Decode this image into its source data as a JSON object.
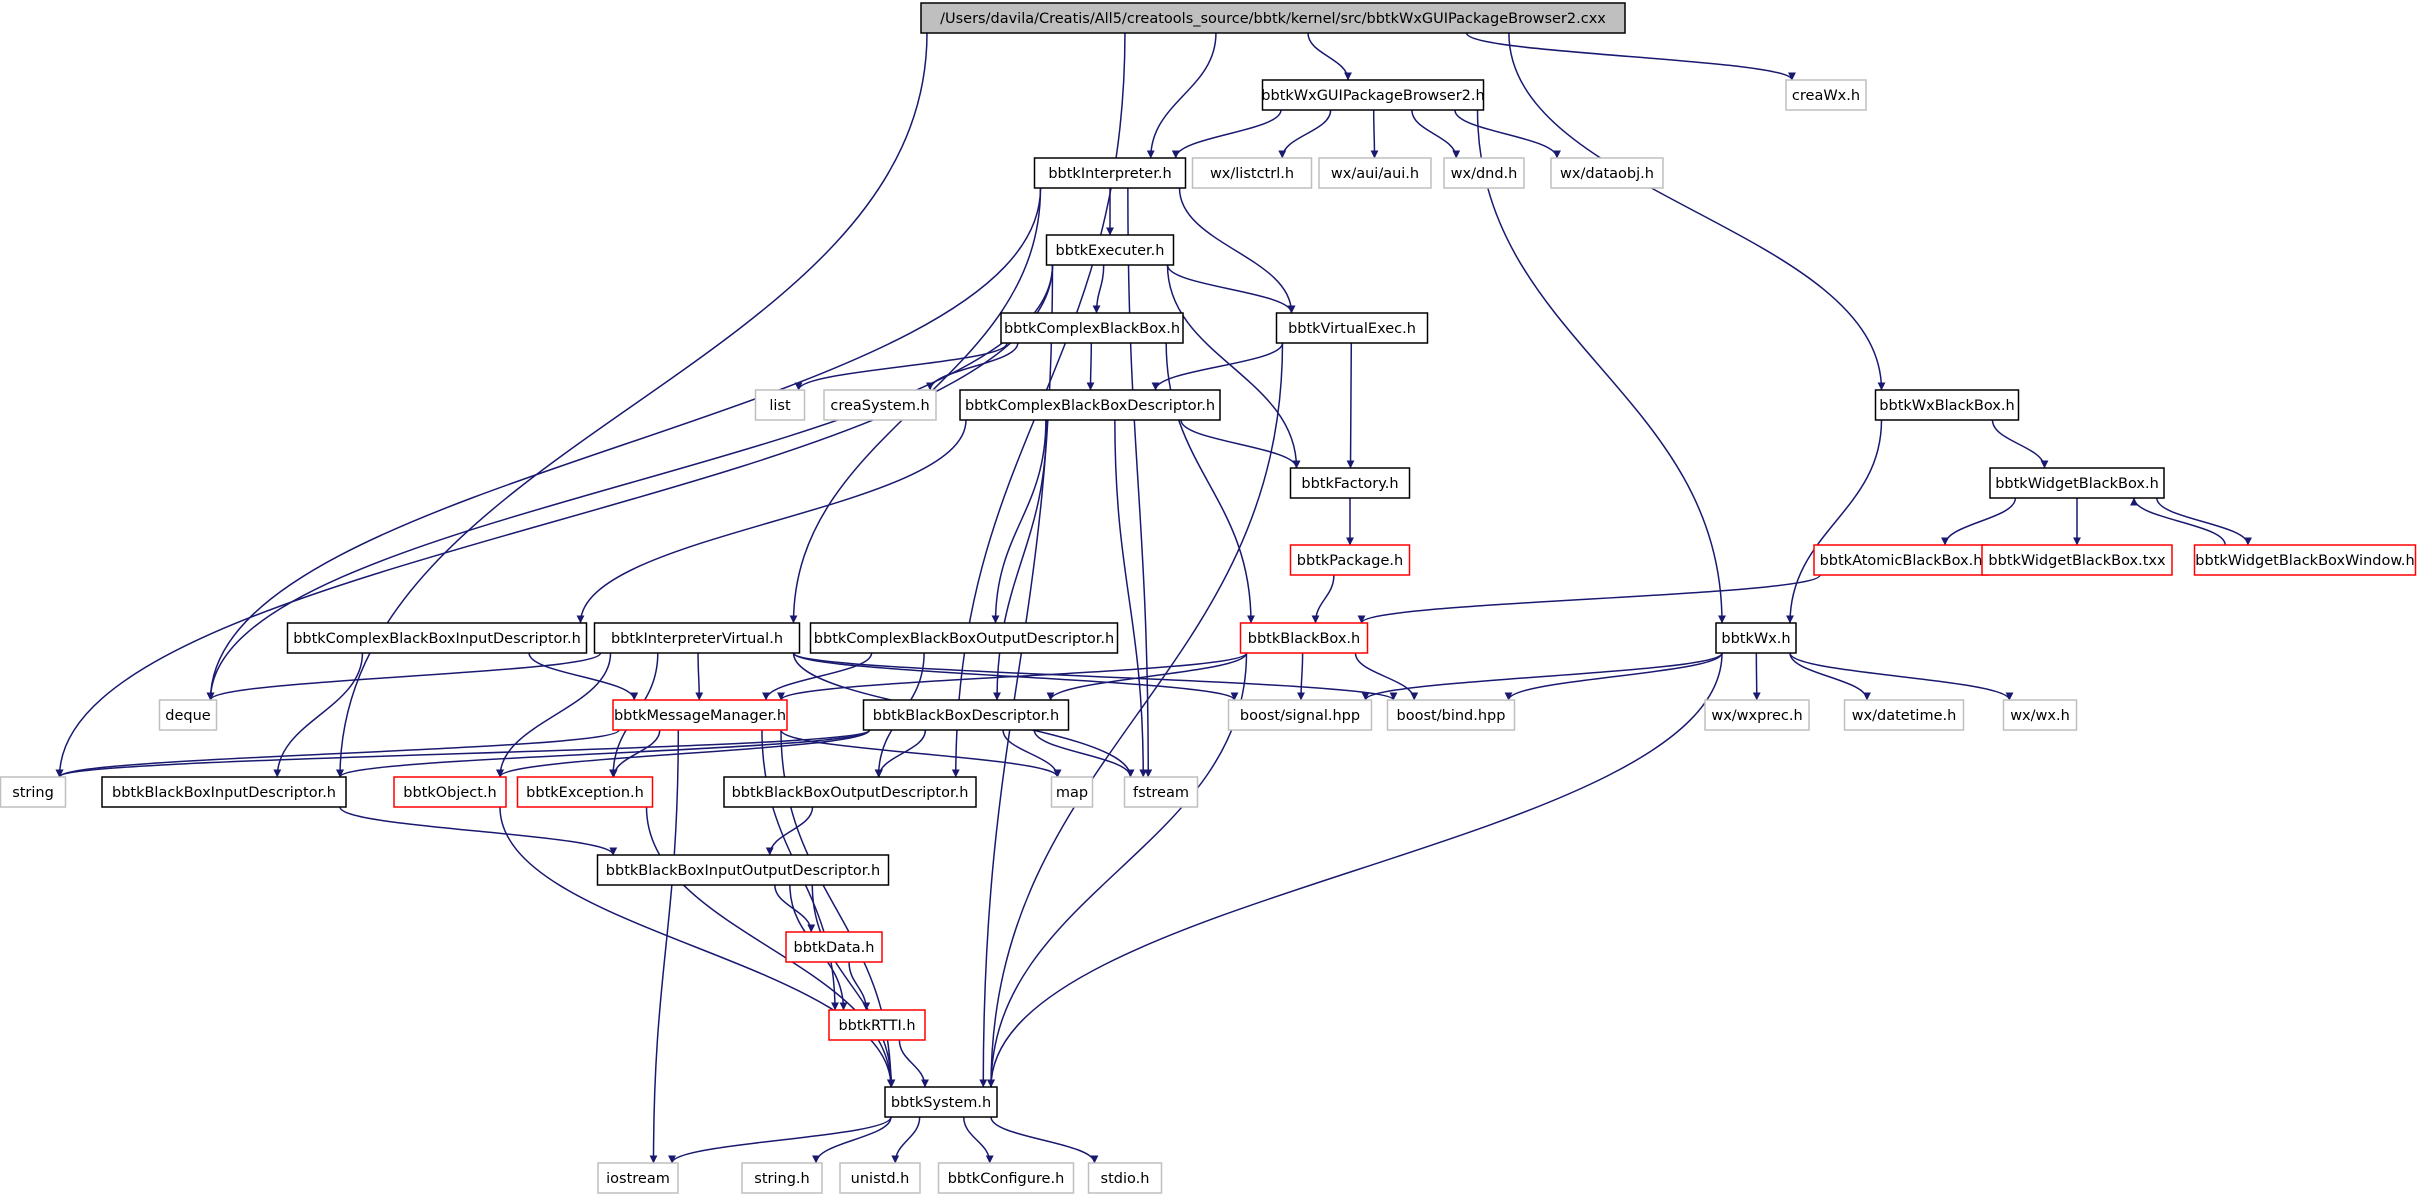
{
  "graph": {
    "edge_color": "#191970",
    "node_styles": {
      "root": {
        "fill": "#bfbfbf",
        "stroke": "#000000",
        "text": "#000000"
      },
      "normal": {
        "fill": "#ffffff",
        "stroke": "#000000",
        "text": "#000000"
      },
      "red": {
        "fill": "#ffffff",
        "stroke": "#ff0000",
        "text": "#000000"
      },
      "external": {
        "fill": "#ffffff",
        "stroke": "#bfbfbf",
        "text": "#000000"
      }
    },
    "nodes": [
      {
        "id": "root",
        "label": "/Users/davila/Creatis/All5/creatools_source/bbtk/kernel/src/bbtkWxGUIPackageBrowser2.cxx",
        "style": "root"
      },
      {
        "id": "bbtkWxGUIPackageBrowser2_h",
        "label": "bbtkWxGUIPackageBrowser2.h",
        "style": "normal"
      },
      {
        "id": "creaWx_h",
        "label": "creaWx.h",
        "style": "external"
      },
      {
        "id": "bbtkInterpreter_h",
        "label": "bbtkInterpreter.h",
        "style": "normal"
      },
      {
        "id": "wx_listctrl_h",
        "label": "wx/listctrl.h",
        "style": "external"
      },
      {
        "id": "wx_aui_aui_h",
        "label": "wx/aui/aui.h",
        "style": "external"
      },
      {
        "id": "wx_dnd_h",
        "label": "wx/dnd.h",
        "style": "external"
      },
      {
        "id": "wx_dataobj_h",
        "label": "wx/dataobj.h",
        "style": "external"
      },
      {
        "id": "bbtkExecuter_h",
        "label": "bbtkExecuter.h",
        "style": "normal"
      },
      {
        "id": "bbtkComplexBlackBox_h",
        "label": "bbtkComplexBlackBox.h",
        "style": "normal"
      },
      {
        "id": "bbtkVirtualExec_h",
        "label": "bbtkVirtualExec.h",
        "style": "normal"
      },
      {
        "id": "list",
        "label": "list",
        "style": "external"
      },
      {
        "id": "creaSystem_h",
        "label": "creaSystem.h",
        "style": "external"
      },
      {
        "id": "bbtkComplexBlackBoxDescriptor_h",
        "label": "bbtkComplexBlackBoxDescriptor.h",
        "style": "normal"
      },
      {
        "id": "bbtkWxBlackBox_h",
        "label": "bbtkWxBlackBox.h",
        "style": "normal"
      },
      {
        "id": "bbtkFactory_h",
        "label": "bbtkFactory.h",
        "style": "normal"
      },
      {
        "id": "bbtkWidgetBlackBox_h",
        "label": "bbtkWidgetBlackBox.h",
        "style": "normal"
      },
      {
        "id": "bbtkPackage_h",
        "label": "bbtkPackage.h",
        "style": "red"
      },
      {
        "id": "bbtkAtomicBlackBox_h",
        "label": "bbtkAtomicBlackBox.h",
        "style": "red"
      },
      {
        "id": "bbtkWidgetBlackBox_txx",
        "label": "bbtkWidgetBlackBox.txx",
        "style": "red"
      },
      {
        "id": "bbtkWidgetBlackBoxWindow_h",
        "label": "bbtkWidgetBlackBoxWindow.h",
        "style": "red"
      },
      {
        "id": "bbtkComplexBlackBoxInputDescriptor_h",
        "label": "bbtkComplexBlackBoxInputDescriptor.h",
        "style": "normal"
      },
      {
        "id": "bbtkInterpreterVirtual_h",
        "label": "bbtkInterpreterVirtual.h",
        "style": "normal"
      },
      {
        "id": "bbtkComplexBlackBoxOutputDescriptor_h",
        "label": "bbtkComplexBlackBoxOutputDescriptor.h",
        "style": "normal"
      },
      {
        "id": "bbtkBlackBox_h",
        "label": "bbtkBlackBox.h",
        "style": "red"
      },
      {
        "id": "bbtkWx_h",
        "label": "bbtkWx.h",
        "style": "normal"
      },
      {
        "id": "deque",
        "label": "deque",
        "style": "external"
      },
      {
        "id": "bbtkMessageManager_h",
        "label": "bbtkMessageManager.h",
        "style": "red"
      },
      {
        "id": "bbtkBlackBoxDescriptor_h",
        "label": "bbtkBlackBoxDescriptor.h",
        "style": "normal"
      },
      {
        "id": "boost_signal_hpp",
        "label": "boost/signal.hpp",
        "style": "external"
      },
      {
        "id": "boost_bind_hpp",
        "label": "boost/bind.hpp",
        "style": "external"
      },
      {
        "id": "wx_wxprec_h",
        "label": "wx/wxprec.h",
        "style": "external"
      },
      {
        "id": "wx_datetime_h",
        "label": "wx/datetime.h",
        "style": "external"
      },
      {
        "id": "wx_wx_h",
        "label": "wx/wx.h",
        "style": "external"
      },
      {
        "id": "string",
        "label": "string",
        "style": "external"
      },
      {
        "id": "bbtkBlackBoxInputDescriptor_h",
        "label": "bbtkBlackBoxInputDescriptor.h",
        "style": "normal"
      },
      {
        "id": "bbtkObject_h",
        "label": "bbtkObject.h",
        "style": "red"
      },
      {
        "id": "bbtkException_h",
        "label": "bbtkException.h",
        "style": "red"
      },
      {
        "id": "bbtkBlackBoxOutputDescriptor_h",
        "label": "bbtkBlackBoxOutputDescriptor.h",
        "style": "normal"
      },
      {
        "id": "map",
        "label": "map",
        "style": "external"
      },
      {
        "id": "fstream",
        "label": "fstream",
        "style": "external"
      },
      {
        "id": "bbtkBlackBoxInputOutputDescriptor_h",
        "label": "bbtkBlackBoxInputOutputDescriptor.h",
        "style": "normal"
      },
      {
        "id": "bbtkData_h",
        "label": "bbtkData.h",
        "style": "red"
      },
      {
        "id": "bbtkRTTI_h",
        "label": "bbtkRTTI.h",
        "style": "red"
      },
      {
        "id": "bbtkSystem_h",
        "label": "bbtkSystem.h",
        "style": "normal"
      },
      {
        "id": "iostream",
        "label": "iostream",
        "style": "external"
      },
      {
        "id": "string_h",
        "label": "string.h",
        "style": "external"
      },
      {
        "id": "unistd_h",
        "label": "unistd.h",
        "style": "external"
      },
      {
        "id": "bbtkConfigure_h",
        "label": "bbtkConfigure.h",
        "style": "external"
      },
      {
        "id": "stdio_h",
        "label": "stdio.h",
        "style": "external"
      }
    ],
    "edges": [
      [
        "root",
        "bbtkWxGUIPackageBrowser2_h"
      ],
      [
        "root",
        "creaWx_h"
      ],
      [
        "root",
        "bbtkInterpreter_h"
      ],
      [
        "root",
        "bbtkWxBlackBox_h"
      ],
      [
        "root",
        "bbtkBlackBoxInputDescriptor_h"
      ],
      [
        "root",
        "bbtkBlackBoxOutputDescriptor_h"
      ],
      [
        "bbtkWxGUIPackageBrowser2_h",
        "bbtkInterpreter_h"
      ],
      [
        "bbtkWxGUIPackageBrowser2_h",
        "wx_listctrl_h"
      ],
      [
        "bbtkWxGUIPackageBrowser2_h",
        "wx_aui_aui_h"
      ],
      [
        "bbtkWxGUIPackageBrowser2_h",
        "wx_dnd_h"
      ],
      [
        "bbtkWxGUIPackageBrowser2_h",
        "wx_dataobj_h"
      ],
      [
        "bbtkWxGUIPackageBrowser2_h",
        "bbtkWx_h"
      ],
      [
        "bbtkInterpreter_h",
        "bbtkExecuter_h"
      ],
      [
        "bbtkInterpreter_h",
        "bbtkVirtualExec_h"
      ],
      [
        "bbtkInterpreter_h",
        "bbtkInterpreterVirtual_h"
      ],
      [
        "bbtkInterpreter_h",
        "deque"
      ],
      [
        "bbtkInterpreter_h",
        "fstream"
      ],
      [
        "bbtkExecuter_h",
        "bbtkComplexBlackBox_h"
      ],
      [
        "bbtkExecuter_h",
        "bbtkVirtualExec_h"
      ],
      [
        "bbtkExecuter_h",
        "bbtkFactory_h"
      ],
      [
        "bbtkExecuter_h",
        "deque"
      ],
      [
        "bbtkExecuter_h",
        "string"
      ],
      [
        "bbtkExecuter_h",
        "bbtkSystem_h"
      ],
      [
        "bbtkComplexBlackBox_h",
        "list"
      ],
      [
        "bbtkComplexBlackBox_h",
        "creaSystem_h"
      ],
      [
        "bbtkComplexBlackBox_h",
        "bbtkComplexBlackBoxDescriptor_h"
      ],
      [
        "bbtkComplexBlackBox_h",
        "bbtkBlackBox_h"
      ],
      [
        "bbtkVirtualExec_h",
        "bbtkComplexBlackBoxDescriptor_h"
      ],
      [
        "bbtkVirtualExec_h",
        "bbtkFactory_h"
      ],
      [
        "bbtkVirtualExec_h",
        "bbtkSystem_h"
      ],
      [
        "bbtkComplexBlackBoxDescriptor_h",
        "bbtkFactory_h"
      ],
      [
        "bbtkComplexBlackBoxDescriptor_h",
        "bbtkComplexBlackBoxInputDescriptor_h"
      ],
      [
        "bbtkComplexBlackBoxDescriptor_h",
        "bbtkComplexBlackBoxOutputDescriptor_h"
      ],
      [
        "bbtkComplexBlackBoxDescriptor_h",
        "bbtkBlackBoxDescriptor_h"
      ],
      [
        "bbtkComplexBlackBoxDescriptor_h",
        "fstream"
      ],
      [
        "bbtkFactory_h",
        "bbtkPackage_h"
      ],
      [
        "bbtkPackage_h",
        "bbtkBlackBox_h"
      ],
      [
        "bbtkWxBlackBox_h",
        "bbtkWidgetBlackBox_h"
      ],
      [
        "bbtkWxBlackBox_h",
        "bbtkWx_h"
      ],
      [
        "bbtkWidgetBlackBox_h",
        "bbtkAtomicBlackBox_h"
      ],
      [
        "bbtkWidgetBlackBox_h",
        "bbtkWidgetBlackBox_txx"
      ],
      [
        "bbtkWidgetBlackBox_h",
        "bbtkWidgetBlackBoxWindow_h"
      ],
      [
        "bbtkWidgetBlackBoxWindow_h",
        "bbtkWidgetBlackBox_h"
      ],
      [
        "bbtkAtomicBlackBox_h",
        "bbtkBlackBox_h"
      ],
      [
        "bbtkComplexBlackBoxInputDescriptor_h",
        "bbtkMessageManager_h"
      ],
      [
        "bbtkComplexBlackBoxInputDescriptor_h",
        "bbtkBlackBoxInputDescriptor_h"
      ],
      [
        "bbtkInterpreterVirtual_h",
        "deque"
      ],
      [
        "bbtkInterpreterVirtual_h",
        "bbtkMessageManager_h"
      ],
      [
        "bbtkInterpreterVirtual_h",
        "bbtkObject_h"
      ],
      [
        "bbtkInterpreterVirtual_h",
        "bbtkException_h"
      ],
      [
        "bbtkInterpreterVirtual_h",
        "fstream"
      ],
      [
        "bbtkInterpreterVirtual_h",
        "boost_signal_hpp"
      ],
      [
        "bbtkInterpreterVirtual_h",
        "boost_bind_hpp"
      ],
      [
        "bbtkComplexBlackBoxOutputDescriptor_h",
        "bbtkMessageManager_h"
      ],
      [
        "bbtkComplexBlackBoxOutputDescriptor_h",
        "bbtkBlackBoxOutputDescriptor_h"
      ],
      [
        "bbtkBlackBox_h",
        "bbtkMessageManager_h"
      ],
      [
        "bbtkBlackBox_h",
        "bbtkBlackBoxDescriptor_h"
      ],
      [
        "bbtkBlackBox_h",
        "boost_signal_hpp"
      ],
      [
        "bbtkBlackBox_h",
        "boost_bind_hpp"
      ],
      [
        "bbtkBlackBox_h",
        "bbtkSystem_h"
      ],
      [
        "bbtkWx_h",
        "boost_signal_hpp"
      ],
      [
        "bbtkWx_h",
        "boost_bind_hpp"
      ],
      [
        "bbtkWx_h",
        "wx_wxprec_h"
      ],
      [
        "bbtkWx_h",
        "wx_datetime_h"
      ],
      [
        "bbtkWx_h",
        "wx_wx_h"
      ],
      [
        "bbtkWx_h",
        "bbtkSystem_h"
      ],
      [
        "bbtkMessageManager_h",
        "string"
      ],
      [
        "bbtkMessageManager_h",
        "bbtkException_h"
      ],
      [
        "bbtkMessageManager_h",
        "map"
      ],
      [
        "bbtkMessageManager_h",
        "iostream"
      ],
      [
        "bbtkMessageManager_h",
        "bbtkRTTI_h"
      ],
      [
        "bbtkMessageManager_h",
        "bbtkSystem_h"
      ],
      [
        "bbtkBlackBoxDescriptor_h",
        "string"
      ],
      [
        "bbtkBlackBoxDescriptor_h",
        "bbtkObject_h"
      ],
      [
        "bbtkBlackBoxDescriptor_h",
        "bbtkBlackBoxInputDescriptor_h"
      ],
      [
        "bbtkBlackBoxDescriptor_h",
        "bbtkBlackBoxOutputDescriptor_h"
      ],
      [
        "bbtkBlackBoxDescriptor_h",
        "map"
      ],
      [
        "bbtkBlackBoxDescriptor_h",
        "fstream"
      ],
      [
        "bbtkBlackBoxInputDescriptor_h",
        "bbtkBlackBoxInputOutputDescriptor_h"
      ],
      [
        "bbtkBlackBoxOutputDescriptor_h",
        "bbtkBlackBoxInputOutputDescriptor_h"
      ],
      [
        "bbtkObject_h",
        "bbtkSystem_h"
      ],
      [
        "bbtkException_h",
        "bbtkSystem_h"
      ],
      [
        "bbtkBlackBoxInputOutputDescriptor_h",
        "bbtkData_h"
      ],
      [
        "bbtkBlackBoxInputOutputDescriptor_h",
        "bbtkRTTI_h"
      ],
      [
        "bbtkBlackBoxInputOutputDescriptor_h",
        "bbtkSystem_h"
      ],
      [
        "bbtkData_h",
        "bbtkRTTI_h"
      ],
      [
        "bbtkRTTI_h",
        "bbtkSystem_h"
      ],
      [
        "bbtkSystem_h",
        "iostream"
      ],
      [
        "bbtkSystem_h",
        "string_h"
      ],
      [
        "bbtkSystem_h",
        "unistd_h"
      ],
      [
        "bbtkSystem_h",
        "bbtkConfigure_h"
      ],
      [
        "bbtkSystem_h",
        "stdio_h"
      ]
    ]
  }
}
